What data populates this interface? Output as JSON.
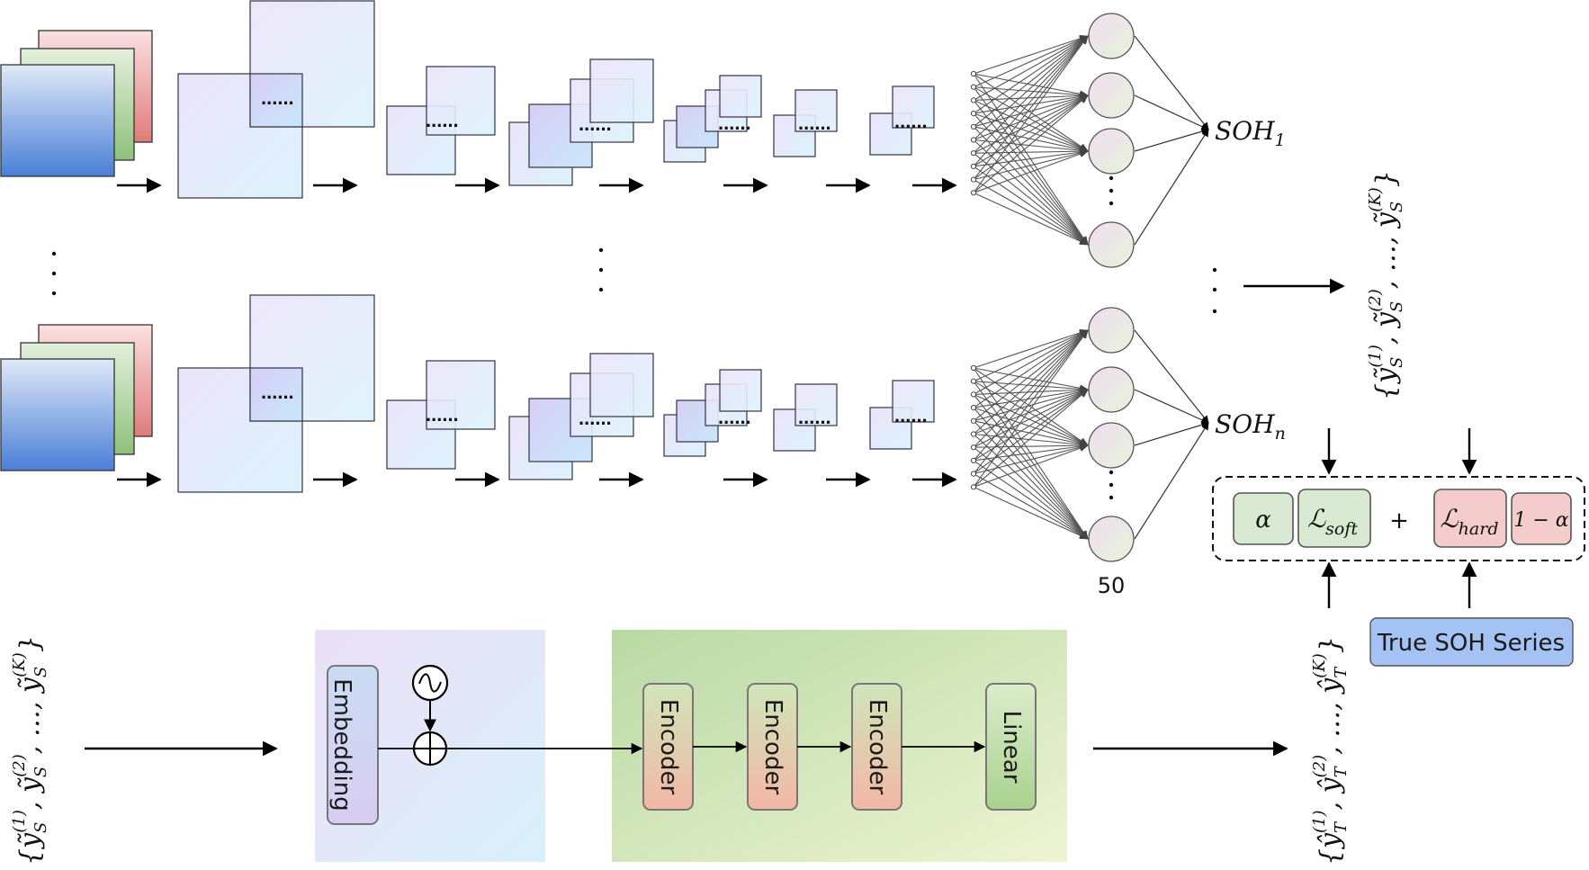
{
  "cnn_branches": {
    "top_output_label": "SOH",
    "top_output_sub": "1",
    "bottom_output_label": "SOH",
    "bottom_output_sub": "n",
    "fc_neuron_count": "50",
    "ellipsis_dots": "......",
    "vertical_ellipsis": "⋮"
  },
  "teacher_outputs": {
    "set_label": "{ỹS(1), ỹS(2), …, ỹS(K)}",
    "set_open": "{",
    "y1": "ỹ",
    "y1_sub": "S",
    "y1_sup": "(1)",
    "y2": "ỹ",
    "y2_sub": "S",
    "y2_sup": "(2)",
    "dots": "…",
    "yk": "ỹ",
    "yk_sub": "S",
    "yk_sup": "(K)",
    "set_close": "}"
  },
  "loss_block": {
    "alpha_label": "α",
    "soft_loss_label": "ℒ",
    "soft_loss_sub": "soft",
    "plus_label": "+",
    "hard_loss_label": "ℒ",
    "hard_loss_sub": "hard",
    "one_minus_alpha_label": "1 − α",
    "true_soh_label": "True SOH Series",
    "colors": {
      "green": "#d9ead3",
      "pink": "#f4cccc",
      "blue": "#a4c2f4"
    }
  },
  "transformer": {
    "embedding_label": "Embedding",
    "encoder_labels": [
      "Encoder",
      "Encoder",
      "Encoder"
    ],
    "linear_label": "Linear",
    "student_input_open": "{",
    "student_input_y1": "ỹ",
    "student_input_y1_sub": "S",
    "student_input_y1_sup": "(1)",
    "student_input_y2": "ỹ",
    "student_input_y2_sub": "S",
    "student_input_y2_sup": "(2)",
    "student_input_dots": "…",
    "student_input_yk": "ỹ",
    "student_input_yk_sub": "S",
    "student_input_yk_sup": "(K)",
    "student_input_close": "}",
    "student_output_open": "{",
    "student_output_y1": "ŷ",
    "student_output_y1_sub": "T",
    "student_output_y1_sup": "(1)",
    "student_output_y2": "ŷ",
    "student_output_y2_sub": "T",
    "student_output_y2_sup": "(2)",
    "student_output_dots": "…",
    "student_output_yk": "ŷ",
    "student_output_yk_sub": "T",
    "student_output_yk_sup": "(K)",
    "student_output_close": "}"
  }
}
